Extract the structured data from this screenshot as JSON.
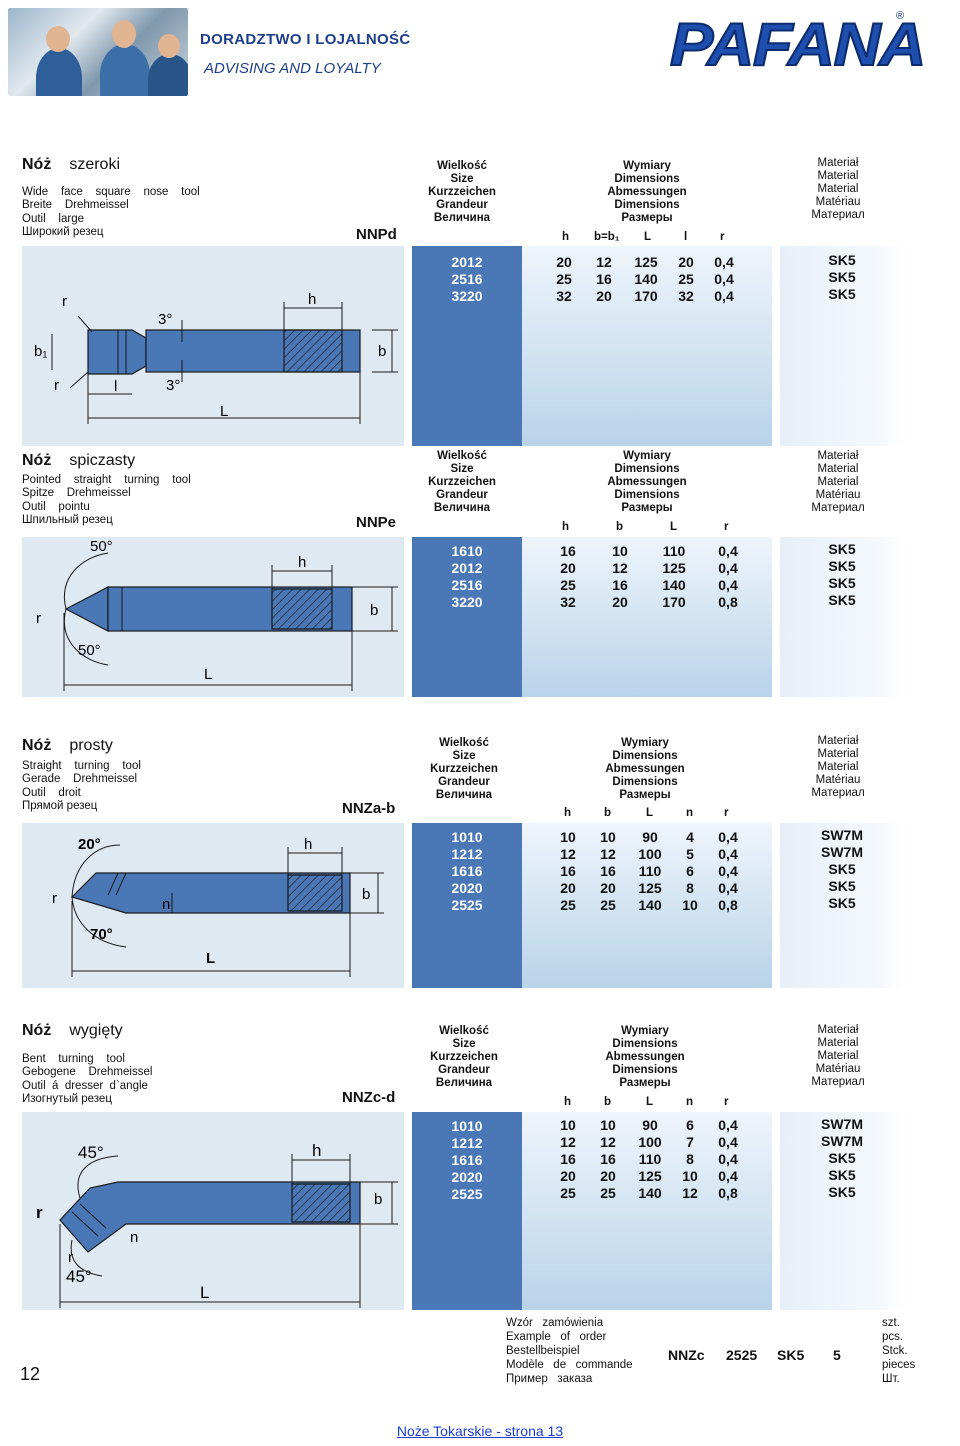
{
  "header": {
    "tagline_pl": "DORADZTWO I LOJALNOŚĆ",
    "tagline_en": "ADVISING AND LOYALTY",
    "logo": "PAFANA",
    "logo_reg": "®"
  },
  "labels": {
    "size": [
      "Wielkość",
      "Size",
      "Kurzzeichen",
      "Grandeur",
      "Величина"
    ],
    "dimensions": [
      "Wymiary",
      "Dimensions",
      "Abmessungen",
      "Dimensions",
      "Размеры"
    ],
    "material": [
      "Materiał",
      "Material",
      "Material",
      "Matériau",
      "Материал"
    ]
  },
  "sections": [
    {
      "title": "Nóż",
      "title2": "szeroki",
      "desc": [
        "Wide    face    square    nose    tool",
        "Breite    Drehmeissel",
        "Outil    large",
        "Широкий резец"
      ],
      "code": "NNPd",
      "col_heads": [
        "h",
        "b=b₁",
        "L",
        "l",
        "r"
      ],
      "sizes": [
        "2012",
        "2516",
        "3220"
      ],
      "rows": [
        [
          "20",
          "12",
          "125",
          "20",
          "0,4"
        ],
        [
          "25",
          "16",
          "140",
          "25",
          "0,4"
        ],
        [
          "32",
          "20",
          "170",
          "32",
          "0,4"
        ]
      ],
      "materials": [
        "SK5",
        "SK5",
        "SK5"
      ],
      "diagram": {
        "r1": "r",
        "r2": "r",
        "angle1": "3°",
        "angle2": "3°",
        "h": "h",
        "b1": "b₁",
        "b": "b",
        "l": "l",
        "L": "L"
      }
    },
    {
      "title": "Nóż",
      "title2": "spiczasty",
      "desc": [
        "Pointed    straight    turning    tool",
        "Spitze    Drehmeissel",
        "Outil    pointu",
        "Шпильный резец"
      ],
      "code": "NNPe",
      "col_heads": [
        "h",
        "b",
        "L",
        "r"
      ],
      "sizes": [
        "1610",
        "2012",
        "2516",
        "3220"
      ],
      "rows": [
        [
          "16",
          "10",
          "110",
          "0,4"
        ],
        [
          "20",
          "12",
          "125",
          "0,4"
        ],
        [
          "25",
          "16",
          "140",
          "0,4"
        ],
        [
          "32",
          "20",
          "170",
          "0,8"
        ]
      ],
      "materials": [
        "SK5",
        "SK5",
        "SK5",
        "SK5"
      ],
      "diagram": {
        "angle1": "50°",
        "angle2": "50°",
        "r": "r",
        "h": "h",
        "b": "b",
        "L": "L"
      }
    },
    {
      "title": "Nóż",
      "title2": "prosty",
      "desc": [
        "Straight    turning    tool",
        "Gerade    Drehmeissel",
        "Outil    droit",
        "Прямой резец"
      ],
      "code": "NNZa-b",
      "col_heads": [
        "h",
        "b",
        "L",
        "n",
        "r"
      ],
      "sizes": [
        "1010",
        "1212",
        "1616",
        "2020",
        "2525"
      ],
      "rows": [
        [
          "10",
          "10",
          "90",
          "4",
          "0,4"
        ],
        [
          "12",
          "12",
          "100",
          "5",
          "0,4"
        ],
        [
          "16",
          "16",
          "110",
          "6",
          "0,4"
        ],
        [
          "20",
          "20",
          "125",
          "8",
          "0,4"
        ],
        [
          "25",
          "25",
          "140",
          "10",
          "0,8"
        ]
      ],
      "materials": [
        "SW7M",
        "SW7M",
        "SK5",
        "SK5",
        "SK5"
      ],
      "diagram": {
        "angle1": "20°",
        "angle2": "70°",
        "r": "r",
        "n": "n",
        "h": "h",
        "b": "b",
        "L": "L"
      }
    },
    {
      "title": "Nóż",
      "title2": "wygięty",
      "desc": [
        "Bent    turning    tool",
        "Gebogene    Drehmeissel",
        "Outil  á  dresser  d`angle",
        "Изогнутый резец"
      ],
      "code": "NNZc-d",
      "col_heads": [
        "h",
        "b",
        "L",
        "n",
        "r"
      ],
      "sizes": [
        "1010",
        "1212",
        "1616",
        "2020",
        "2525"
      ],
      "rows": [
        [
          "10",
          "10",
          "90",
          "6",
          "0,4"
        ],
        [
          "12",
          "12",
          "100",
          "7",
          "0,4"
        ],
        [
          "16",
          "16",
          "110",
          "8",
          "0,4"
        ],
        [
          "20",
          "20",
          "125",
          "10",
          "0,4"
        ],
        [
          "25",
          "25",
          "140",
          "12",
          "0,8"
        ]
      ],
      "materials": [
        "SW7M",
        "SW7M",
        "SK5",
        "SK5",
        "SK5"
      ],
      "diagram": {
        "angle1": "45°",
        "angle2": "45°",
        "r1": "r",
        "r2": "r",
        "n": "n",
        "h": "h",
        "b": "b",
        "L": "L"
      }
    }
  ],
  "order": {
    "labels": [
      "Wzór   zamówienia",
      "Example   of   order",
      "Bestellbeispiel",
      "Modèle   de   commande",
      "Пример   заказа"
    ],
    "example": [
      "NNZc",
      "2525",
      "SK5",
      "5"
    ],
    "units": [
      "szt.",
      "pcs.",
      "Stck.",
      "pieces",
      "Шт."
    ]
  },
  "page_number": "12",
  "footer_link": "Noże Tokarskie - strona 13"
}
